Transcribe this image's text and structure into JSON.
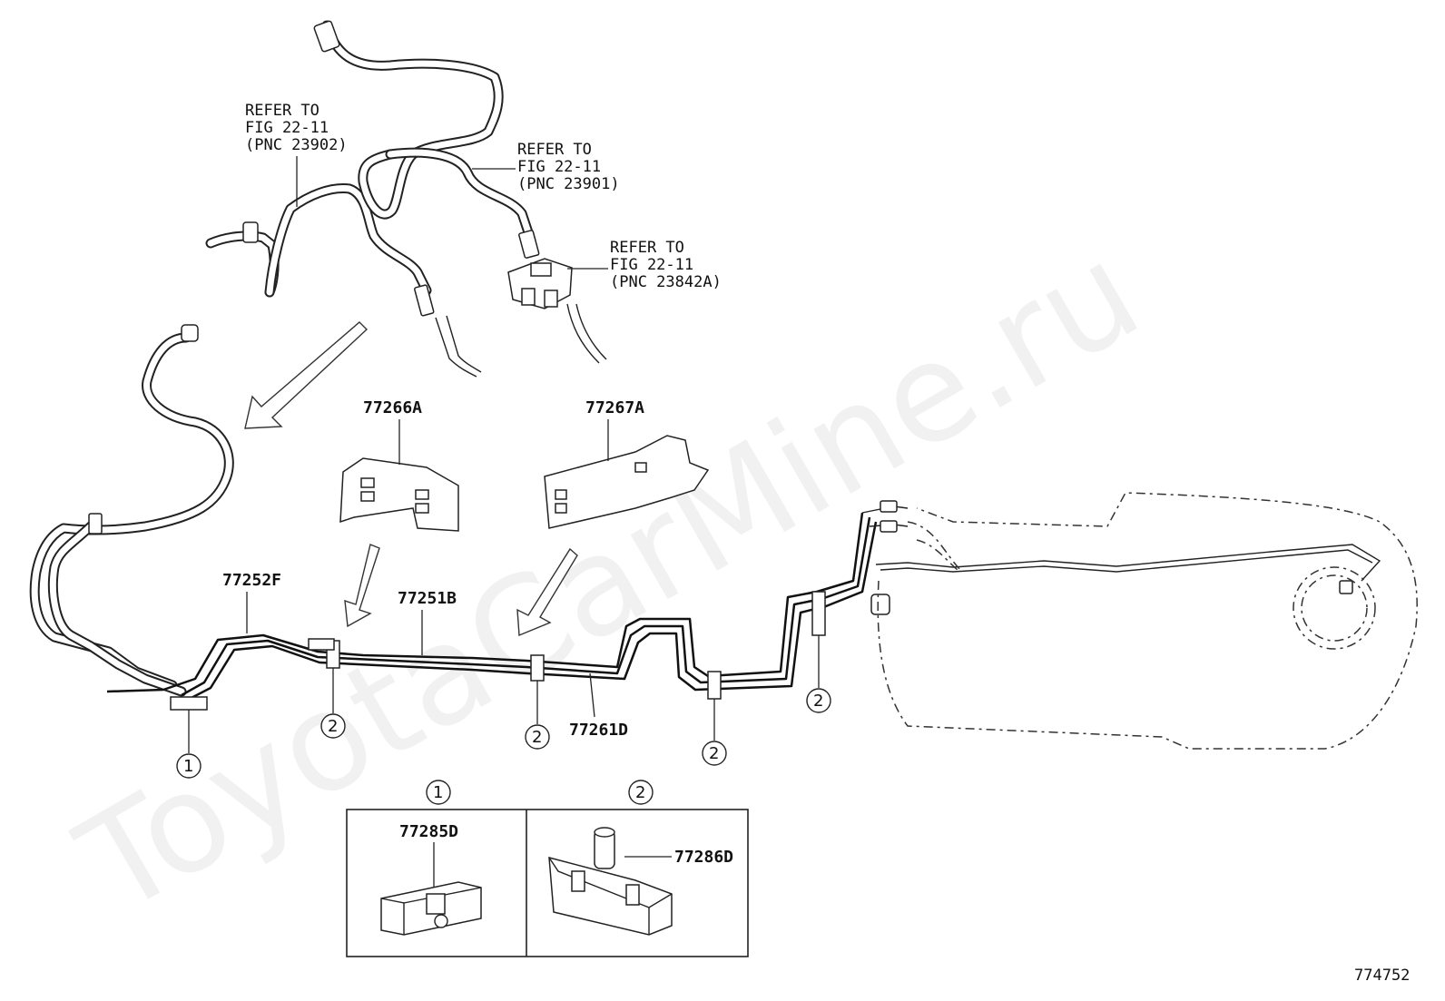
{
  "watermark": "ToyotaCarMine.ru",
  "references": [
    {
      "line1": "REFER TO",
      "line2": "FIG 22-11",
      "line3": "(PNC 23902)"
    },
    {
      "line1": "REFER TO",
      "line2": "FIG 22-11",
      "line3": "(PNC 23901)"
    },
    {
      "line1": "REFER TO",
      "line2": "FIG 22-11",
      "line3": "(PNC 23842A)"
    }
  ],
  "parts": {
    "p77266A": "77266A",
    "p77267A": "77267A",
    "p77252F": "77252F",
    "p77251B": "77251B",
    "p77261D": "77261D",
    "p77285D": "77285D",
    "p77286D": "77286D"
  },
  "callouts": {
    "one": "1",
    "two": "2"
  },
  "figure_id": "774752"
}
